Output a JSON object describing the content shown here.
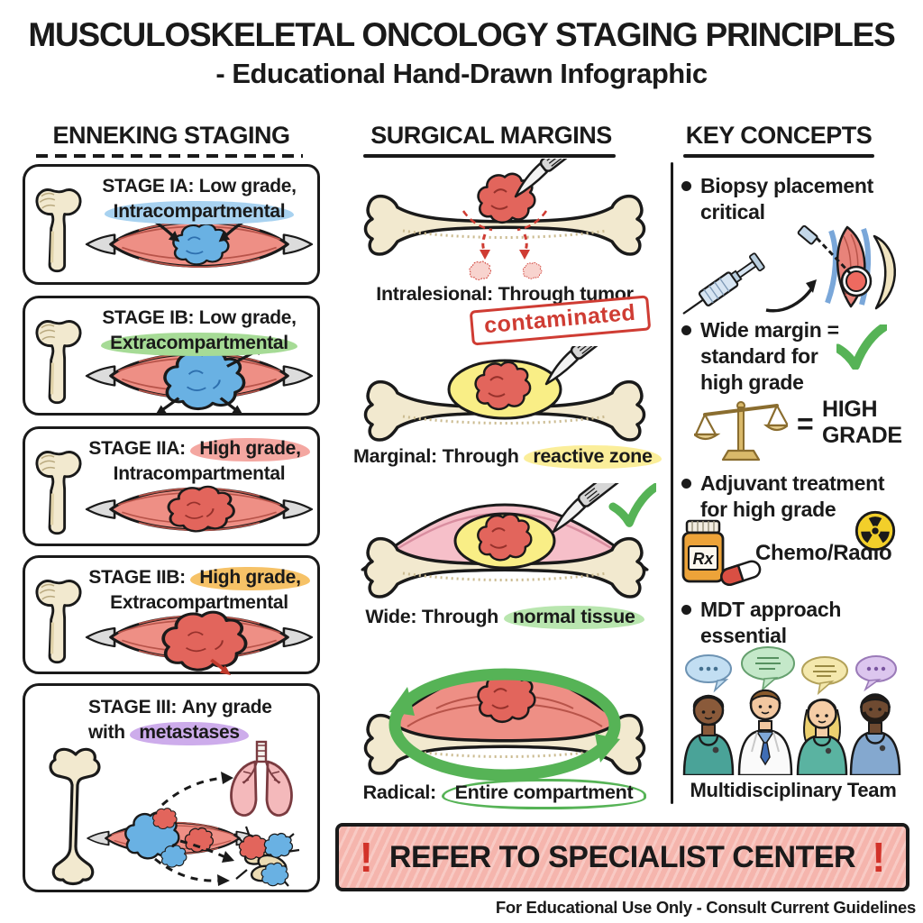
{
  "title": "MUSCULOSKELETAL ONCOLOGY STAGING PRINCIPLES",
  "subtitle": "- Educational Hand-Drawn Infographic",
  "enneking": {
    "header": "ENNEKING STAGING",
    "stages": [
      {
        "label": "STAGE IA:",
        "line1": "Low grade,",
        "line2_hl": "Intracompartmental",
        "hl_color": "#a8d2f0"
      },
      {
        "label": "STAGE IB:",
        "line1": "Low grade,",
        "line2_hl": "Extracompartmental",
        "hl_color": "#a6db96"
      },
      {
        "label": "STAGE IIA:",
        "line1_hl": "High grade,",
        "line2": "Intracompartmental",
        "hl_color": "#f4a7a1"
      },
      {
        "label": "STAGE IIB:",
        "line1_hl": "High grade,",
        "line2": "Extracompartmental",
        "hl_color": "#f6c267"
      },
      {
        "label": "STAGE III:",
        "line1": "Any grade",
        "line2_pre": "with",
        "line2_hl": "metastases",
        "hl_color": "#cdaceb"
      }
    ]
  },
  "margins": {
    "header": "SURGICAL MARGINS",
    "items": [
      {
        "label": "Intralesional:",
        "desc": "Through tumor",
        "stamp": "contaminated"
      },
      {
        "label": "Marginal:",
        "desc": "Through",
        "hl": "reactive zone",
        "hl_color": "#fbee9a"
      },
      {
        "label": "Wide:",
        "desc": "Through",
        "hl": "normal tissue",
        "hl_color": "#b9e6af"
      },
      {
        "label": "Radical:",
        "circled": "Entire compartment"
      }
    ]
  },
  "key_concepts": {
    "header": "KEY CONCEPTS",
    "bullets": [
      {
        "line1": "Biopsy placement",
        "line2": "critical"
      },
      {
        "line1": "Wide margin =",
        "line2": "standard for",
        "line3": "high grade",
        "equals": "=",
        "grade_line1": "HIGH",
        "grade_line2": "GRADE"
      },
      {
        "line1": "Adjuvant treatment",
        "line2": "for high grade",
        "rx": "Rx",
        "caption": "Chemo/Radio"
      },
      {
        "line1": "MDT approach",
        "line2": "essential",
        "caption": "Multidisciplinary Team"
      }
    ]
  },
  "banner": {
    "bang_left": "!",
    "text": "REFER TO SPECIALIST CENTER",
    "bang_right": "!",
    "bg_color": "#f5b5ad",
    "bang_color": "#d23229"
  },
  "footer": "For Educational Use Only - Consult Current Guidelines",
  "colors": {
    "ink": "#1a1a1a",
    "bone_fill": "#f2e9cf",
    "muscle_fill": "#ee8f85",
    "tendon_fill": "#dcdcdc",
    "low_grade_tumor_blue": "#69b1e3",
    "high_grade_tumor_red": "#e2655c",
    "reactive_zone_yellow": "#f9ee86",
    "normal_tissue_pink": "#f6bfc9",
    "accent_green": "#56b356",
    "stamp_red": "#cf3c33",
    "radiation_yellow": "#f2cf2a"
  }
}
